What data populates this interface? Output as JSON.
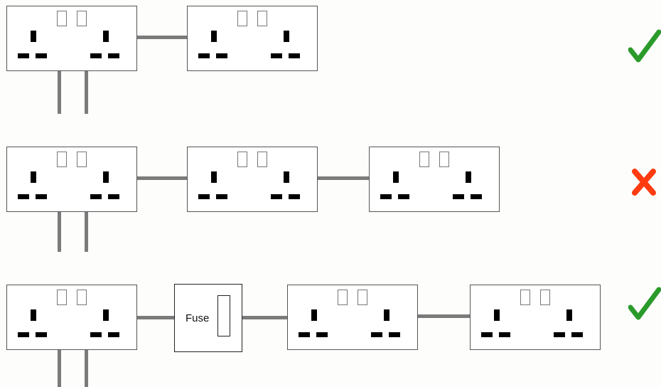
{
  "fuse": {
    "label": "Fuse"
  },
  "rows": [
    {
      "result": "valid",
      "mark": "check-icon",
      "color": "#2a9a2a"
    },
    {
      "result": "invalid",
      "mark": "cross-icon",
      "color": "#ff3b10"
    },
    {
      "result": "valid",
      "mark": "check-icon",
      "color": "#2a9a2a"
    }
  ]
}
